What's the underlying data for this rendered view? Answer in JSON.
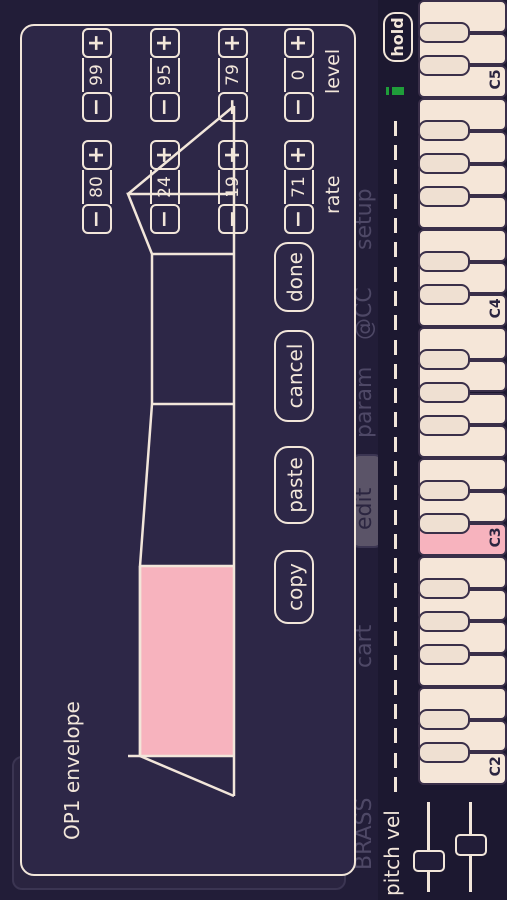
{
  "dialog": {
    "title": "OP1 envelope",
    "rate_label": "rate",
    "level_label": "level",
    "stages": [
      {
        "rate": "80",
        "level": "99"
      },
      {
        "rate": "24",
        "level": "95"
      },
      {
        "rate": "19",
        "level": "79"
      },
      {
        "rate": "71",
        "level": "0"
      }
    ],
    "minus": "−",
    "plus": "+",
    "buttons": {
      "copy": "copy",
      "paste": "paste",
      "cancel": "cancel",
      "done": "done"
    },
    "envelope_points": [
      {
        "level": 0.65,
        "note": "stage values drawn as envelope shape"
      }
    ],
    "colors": {
      "fill": "#f7b3be",
      "line": "#f2e6da",
      "bg": "#2d2747"
    }
  },
  "background_tabs": [
    "BRASS",
    "cart",
    "edit",
    "param",
    "@CC",
    "setup"
  ],
  "keyboard": {
    "labels": {
      "c2": "C2",
      "c3": "C3",
      "c4": "C4",
      "c5": "C5"
    },
    "hold": "hold",
    "pressed_note": "C3"
  },
  "controls": {
    "pitch_vel": "pitch vel"
  }
}
